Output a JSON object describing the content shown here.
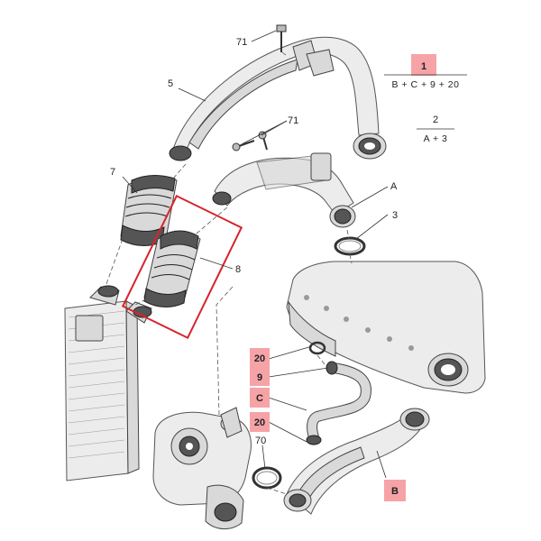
{
  "colors": {
    "highlight_fill": "#f6a3a8",
    "highlight_box": "#d8232a",
    "line": "#333333"
  },
  "labels": {
    "p71_top": "71",
    "p71_mid": "71",
    "p5": "5",
    "p7": "7",
    "p8": "8",
    "pA": "A",
    "p3": "3",
    "p70": "70"
  },
  "legend": {
    "item1_id": "1",
    "item1_formula": "B + C + 9 + 20",
    "item2_id": "2",
    "item2_formula": "A + 3"
  },
  "badges": {
    "b20_top": "20",
    "b9": "9",
    "bC": "C",
    "b20_bottom": "20",
    "bB": "B"
  }
}
